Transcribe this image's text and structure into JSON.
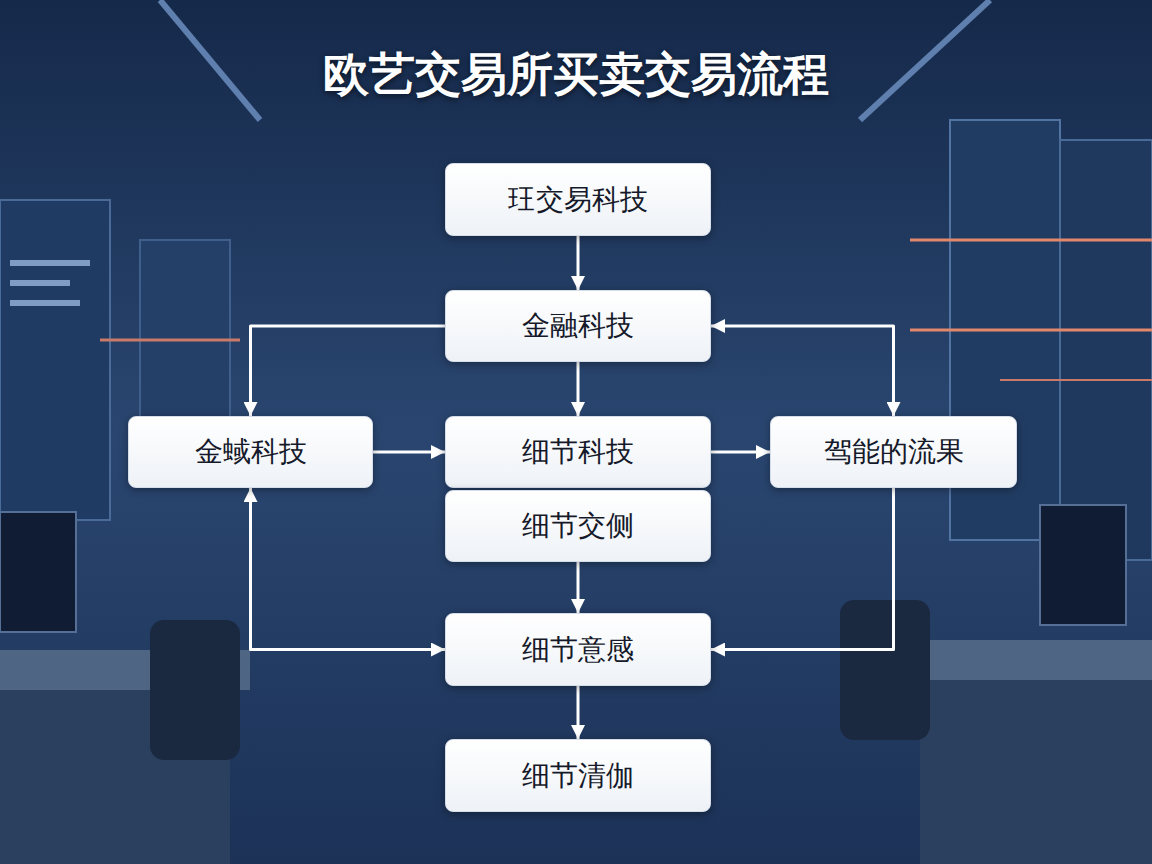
{
  "diagram": {
    "title": "欧艺交易所买卖交易流程",
    "nodes": [
      {
        "text": [
          "玨交易科技"
        ]
      },
      {
        "text": [
          "金融科技"
        ]
      },
      {
        "text": [
          "金蜮科技"
        ]
      },
      {
        "text": [
          "细节科技"
        ]
      },
      {
        "text": [
          "驾能的流果"
        ]
      },
      {
        "text": [
          "细节交侧"
        ]
      },
      {
        "text": [
          "细节意感"
        ]
      },
      {
        "text": [
          "细节清伽"
        ]
      }
    ],
    "edges": [
      {
        "from": 0,
        "to": 1,
        "arrow": "to"
      },
      {
        "from": 1,
        "to": 3,
        "arrow": "to"
      },
      {
        "from": 1,
        "to": 2,
        "arrow": "to"
      },
      {
        "from": 1,
        "to": 4,
        "arrow": "both"
      },
      {
        "from": 2,
        "to": 3,
        "arrow": "to"
      },
      {
        "from": 3,
        "to": 4,
        "arrow": "to"
      },
      {
        "from": 5,
        "to": 6,
        "arrow": "to"
      },
      {
        "from": 2,
        "to": 6,
        "arrow": "both"
      },
      {
        "from": 4,
        "to": 6,
        "arrow": "to"
      },
      {
        "from": 6,
        "to": 7,
        "arrow": "to"
      }
    ]
  }
}
